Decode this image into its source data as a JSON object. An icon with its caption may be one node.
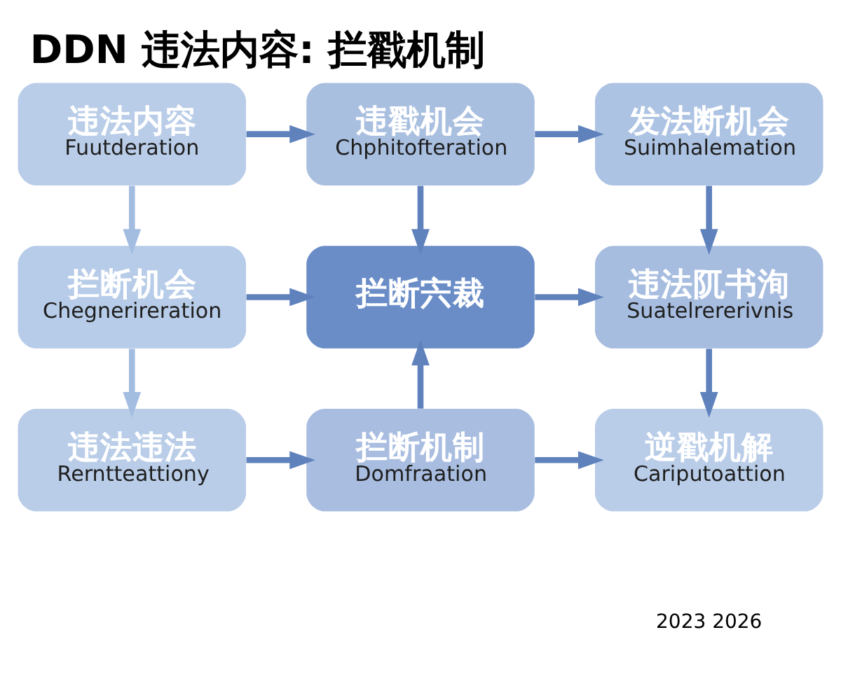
{
  "diagram": {
    "title": "DDN 违法内容: 拦戳机制",
    "nodes": [
      {
        "text": [
          "违法内容",
          "Fuutderation"
        ]
      },
      {
        "text": [
          "违戳机会",
          "Chphitofteration"
        ]
      },
      {
        "text": [
          "发法断机会",
          "Suimhalemation"
        ]
      },
      {
        "text": [
          "拦断机会",
          "Chegnerireration"
        ]
      },
      {
        "text": [
          "拦断宍裁"
        ]
      },
      {
        "text": [
          "违法阢书洵",
          "Suatelrererivnis"
        ]
      },
      {
        "text": [
          "违法违法",
          "Rerntteattiony"
        ]
      },
      {
        "text": [
          "拦断机制",
          "Domfraation"
        ]
      },
      {
        "text": [
          "逆戳机解",
          "Cariputoattion"
        ]
      }
    ],
    "edges": [
      {
        "from": 0,
        "to": 1,
        "arrow": "to"
      },
      {
        "from": 1,
        "to": 2,
        "arrow": "to"
      },
      {
        "from": 0,
        "to": 3,
        "arrow": "to",
        "color": "#a3bde0"
      },
      {
        "from": 1,
        "to": 4,
        "arrow": "to"
      },
      {
        "from": 2,
        "to": 5,
        "arrow": "to"
      },
      {
        "from": 3,
        "to": 4,
        "arrow": "to"
      },
      {
        "from": 4,
        "to": 5,
        "arrow": "to"
      },
      {
        "from": 3,
        "to": 6,
        "arrow": "to",
        "color": "#a3bde0"
      },
      {
        "from": 7,
        "to": 4,
        "arrow": "to"
      },
      {
        "from": 5,
        "to": 8,
        "arrow": "to"
      },
      {
        "from": 6,
        "to": 7,
        "arrow": "to"
      },
      {
        "from": 7,
        "to": 8,
        "arrow": "to"
      }
    ],
    "labels": [
      "2023 2026"
    ]
  }
}
